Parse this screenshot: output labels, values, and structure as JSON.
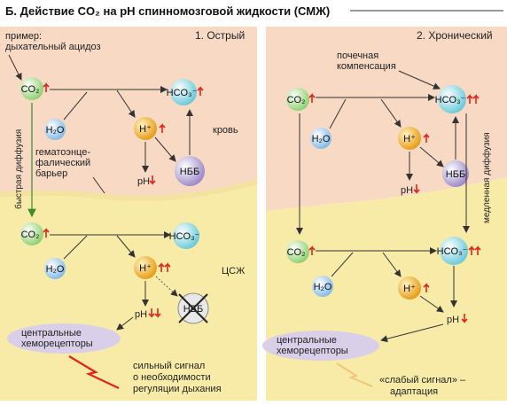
{
  "title": "Б. Действие CO₂ на pH спинномозговой жидкости (СМЖ)",
  "panel_acute": {
    "label": "1. Острый",
    "example": "пример:",
    "example2": "дыхательный ацидоз",
    "blood": "кровь",
    "barrier1": "гематоэнце-",
    "barrier2": "фалический",
    "barrier3": "барьер",
    "fast_diffusion": "быстрая диффузия",
    "csf": "ЦСЖ",
    "receptors1": "центральные",
    "receptors2": "хеморецепторы",
    "signal1": "сильный сигнал",
    "signal2": "о необходимости",
    "signal3": "регуляции дыхания"
  },
  "panel_chronic": {
    "label": "2. Хронический",
    "comp1": "почечная",
    "comp2": "компенсация",
    "slow_diffusion": "медленная диффузия",
    "receptors1": "центральные",
    "receptors2": "хеморецепторы",
    "signal1": "«слабый сигнал» –",
    "signal2": "адаптация"
  },
  "molecules": {
    "co2": "CO₂",
    "h2o": "H₂O",
    "h": "H⁺",
    "hco3": "HCO₃⁻",
    "nbb": "НББ",
    "ph": "pH"
  },
  "colors": {
    "blood_bg": "#f7d9c4",
    "csf_bg": "#f8eba8",
    "up_arrow": "#e2231a",
    "green_arrow": "#3c8c2a",
    "receptor": "#d9cfe8"
  }
}
